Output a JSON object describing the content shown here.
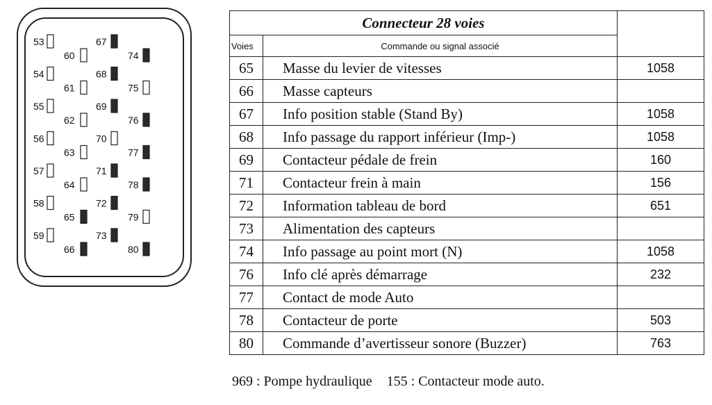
{
  "connector": {
    "pins": [
      {
        "label": "53",
        "filled": false
      },
      {
        "label": "54",
        "filled": false
      },
      {
        "label": "55",
        "filled": false
      },
      {
        "label": "56",
        "filled": false
      },
      {
        "label": "57",
        "filled": false
      },
      {
        "label": "58",
        "filled": false
      },
      {
        "label": "59",
        "filled": false
      },
      {
        "label": "60",
        "filled": false
      },
      {
        "label": "61",
        "filled": false
      },
      {
        "label": "62",
        "filled": false
      },
      {
        "label": "63",
        "filled": false
      },
      {
        "label": "64",
        "filled": false
      },
      {
        "label": "65",
        "filled": true
      },
      {
        "label": "66",
        "filled": true
      },
      {
        "label": "67",
        "filled": true
      },
      {
        "label": "68",
        "filled": true
      },
      {
        "label": "69",
        "filled": true
      },
      {
        "label": "70",
        "filled": false
      },
      {
        "label": "71",
        "filled": true
      },
      {
        "label": "72",
        "filled": true
      },
      {
        "label": "73",
        "filled": true
      },
      {
        "label": "74",
        "filled": true
      },
      {
        "label": "75",
        "filled": false
      },
      {
        "label": "76",
        "filled": true
      },
      {
        "label": "77",
        "filled": true
      },
      {
        "label": "78",
        "filled": true
      },
      {
        "label": "79",
        "filled": false
      },
      {
        "label": "80",
        "filled": true
      }
    ]
  },
  "table": {
    "title": "Connecteur 28 voies",
    "header_voies": "Voies",
    "header_command": "Commande ou signal associé",
    "rows": [
      {
        "pin": "65",
        "desc": "Masse du levier de vitesses",
        "ref": "1058"
      },
      {
        "pin": "66",
        "desc": "Masse capteurs",
        "ref": ""
      },
      {
        "pin": "67",
        "desc": "Info position stable (Stand By)",
        "ref": "1058"
      },
      {
        "pin": "68",
        "desc": "Info passage du rapport inférieur (Imp-)",
        "ref": "1058"
      },
      {
        "pin": "69",
        "desc": "Contacteur pédale de frein",
        "ref": "160"
      },
      {
        "pin": "71",
        "desc": "Contacteur frein à main",
        "ref": "156"
      },
      {
        "pin": "72",
        "desc": "Information tableau de bord",
        "ref": "651"
      },
      {
        "pin": "73",
        "desc": "Alimentation des capteurs",
        "ref": ""
      },
      {
        "pin": "74",
        "desc": "Info passage au point mort (N)",
        "ref": "1058"
      },
      {
        "pin": "76",
        "desc": "Info clé après démarrage",
        "ref": "232"
      },
      {
        "pin": "77",
        "desc": "Contact de mode Auto",
        "ref": ""
      },
      {
        "pin": "78",
        "desc": "Contacteur de porte",
        "ref": "503"
      },
      {
        "pin": "80",
        "desc": "Commande d’avertisseur sonore (Buzzer)",
        "ref": "763"
      }
    ]
  },
  "legend": {
    "item1": "969 : Pompe hydraulique",
    "item2": "155 : Contacteur mode auto."
  },
  "colors": {
    "line": "#222222",
    "pin_filled": "#2a2a2a",
    "pin_empty": "#ffffff"
  }
}
